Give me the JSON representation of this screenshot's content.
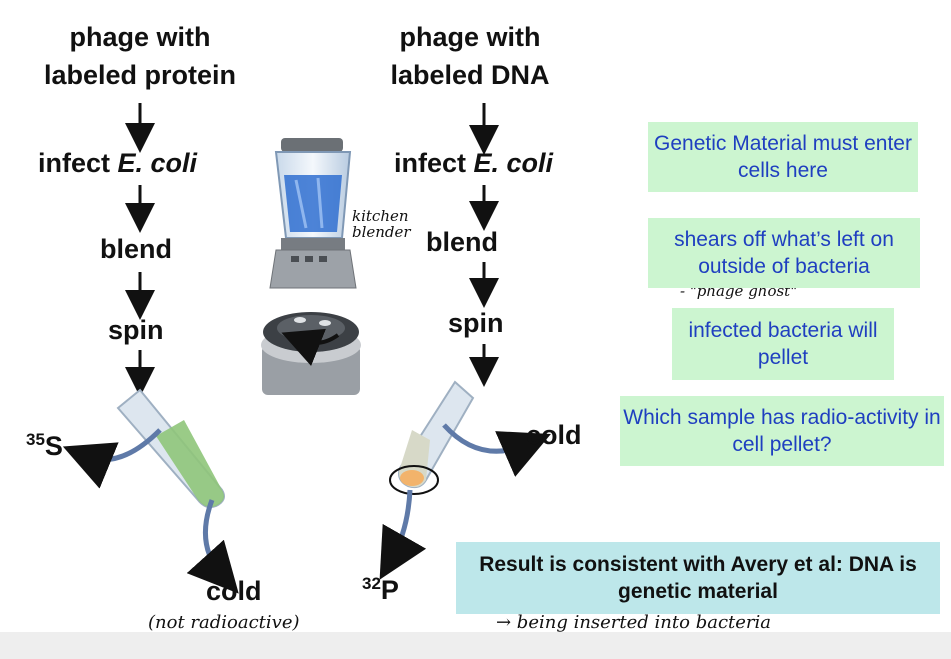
{
  "left_column": {
    "title_line1": "phage with",
    "title_line2": "labeled protein",
    "infect_prefix": "infect ",
    "infect_organism": "E. coli",
    "blend": "blend",
    "spin": "spin",
    "isotope_mass": "35",
    "isotope_symbol": "S",
    "pellet_label": "cold"
  },
  "right_column": {
    "title_line1": "phage with",
    "title_line2": "labeled DNA",
    "infect_prefix": "infect ",
    "infect_organism": "E. coli",
    "blend": "blend",
    "spin": "spin",
    "supernatant_label": "cold",
    "isotope_mass": "32",
    "isotope_symbol": "P"
  },
  "notes": {
    "box1": "Genetic Material must enter cells here",
    "box2": "shears off what’s left on outside of bacteria",
    "box3": "infected bacteria will pellet",
    "box4": "Which sample has radio-activity in cell pellet?",
    "result": "Result is consistent with Avery et al: DNA is genetic material"
  },
  "handwritten": {
    "kitchen": "kitchen",
    "blender": "blender",
    "phage_ghost": "- \"phage ghost\"",
    "not_radioactive": "(not radioactive)",
    "being_inserted": "→ being inserted into bacteria"
  },
  "colors": {
    "note_box": "#ccf5d0",
    "note_text": "#1f3fc0",
    "result_box": "#bde7ea",
    "tube_green": "#8fc57a",
    "pellet_orange": "#f2b36b",
    "arrow_blue": "#5f7aa8"
  }
}
